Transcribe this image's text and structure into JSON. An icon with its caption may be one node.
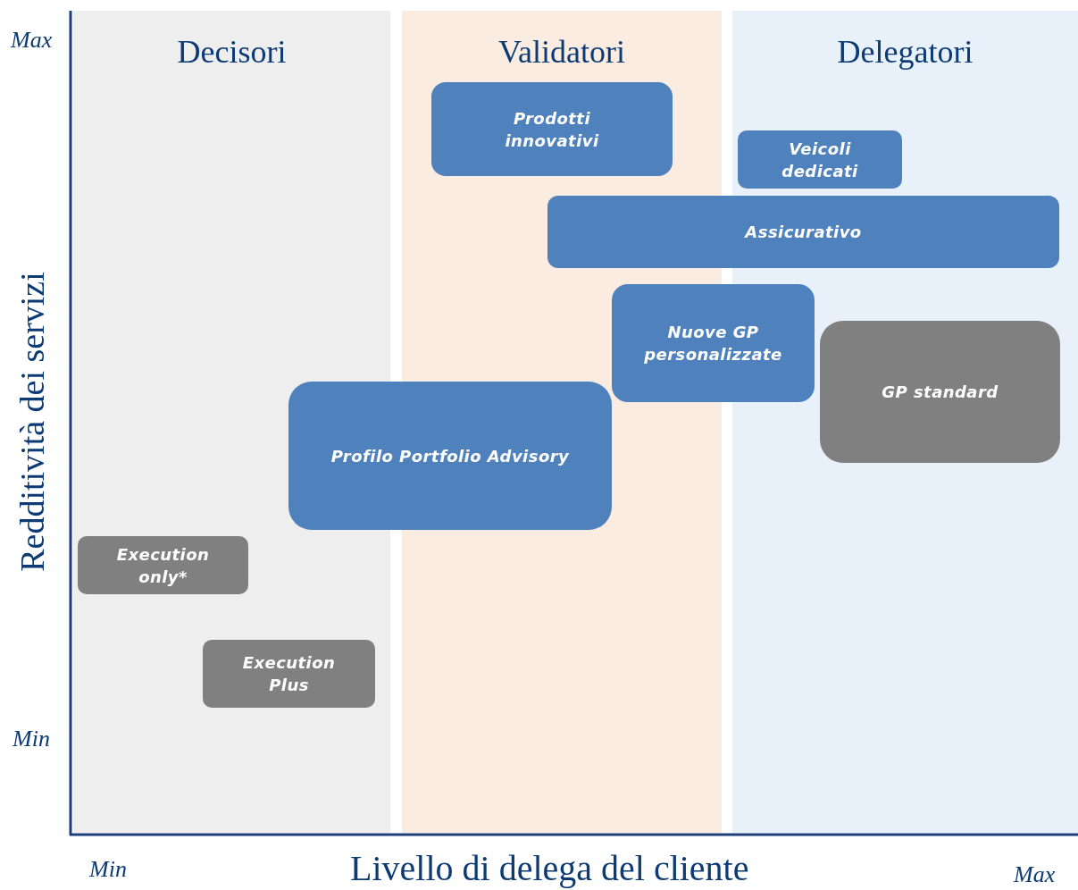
{
  "diagram": {
    "nodes": [
      {
        "text": [
          "Decisori"
        ]
      },
      {
        "text": [
          "Validatori"
        ]
      },
      {
        "text": [
          "Delegatori"
        ]
      },
      {
        "text": [
          "Prodotti innovativi"
        ],
        "in": 1
      },
      {
        "text": [
          "Veicoli dedicati"
        ],
        "in": 2
      },
      {
        "text": [
          "Assicurativo"
        ]
      },
      {
        "text": [
          "Nuove GP personalizzate"
        ]
      },
      {
        "text": [
          "GP standard"
        ],
        "in": 2
      },
      {
        "text": [
          "Profilo Portfolio Advisory"
        ]
      },
      {
        "text": [
          "Execution only*"
        ],
        "in": 0
      },
      {
        "text": [
          "Execution Plus"
        ],
        "in": 0
      }
    ],
    "edges": [],
    "labels": [
      "Max",
      "Redditività dei servizi",
      "Min",
      "Min",
      "Livello di delega del cliente",
      "Max"
    ]
  }
}
